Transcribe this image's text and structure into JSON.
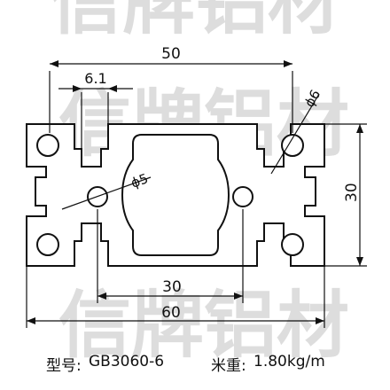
{
  "watermark": {
    "text": "信牌铝材",
    "color": "#d8d8d8"
  },
  "profile": {
    "outline_color": "#111111",
    "fill_color": "#ffffff"
  },
  "dimensions": {
    "top_width": "50",
    "slot_width": "6.1",
    "hole_corner": "ϕ6",
    "hole_center": "ϕ5",
    "height": "30",
    "bottom_inner": "30",
    "overall_width": "60"
  },
  "caption": {
    "model_label": "型号:",
    "model_value": "GB3060-6",
    "weight_label": "米重:",
    "weight_value": "1.80kg/m"
  }
}
